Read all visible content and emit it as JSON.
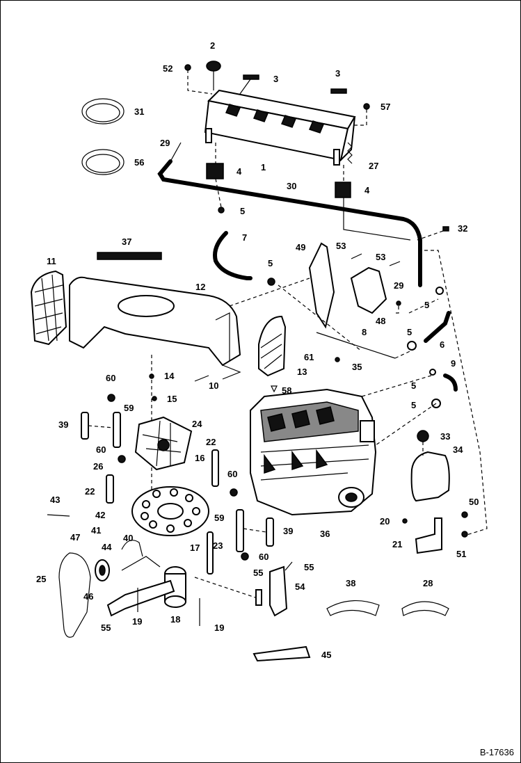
{
  "diagram": {
    "drawing_number": "B-17636",
    "callouts": [
      {
        "id": "c2",
        "text": "2"
      },
      {
        "id": "c52",
        "text": "52"
      },
      {
        "id": "c3a",
        "text": "3"
      },
      {
        "id": "c3b",
        "text": "3"
      },
      {
        "id": "c31",
        "text": "31"
      },
      {
        "id": "c57",
        "text": "57"
      },
      {
        "id": "c29a",
        "text": "29"
      },
      {
        "id": "c1",
        "text": "1"
      },
      {
        "id": "c27",
        "text": "27"
      },
      {
        "id": "c56",
        "text": "56"
      },
      {
        "id": "c4a",
        "text": "4"
      },
      {
        "id": "c30",
        "text": "30"
      },
      {
        "id": "c4b",
        "text": "4"
      },
      {
        "id": "c5a",
        "text": "5"
      },
      {
        "id": "c32",
        "text": "32"
      },
      {
        "id": "c37",
        "text": "37"
      },
      {
        "id": "c7",
        "text": "7"
      },
      {
        "id": "c49",
        "text": "49"
      },
      {
        "id": "c53a",
        "text": "53"
      },
      {
        "id": "c53b",
        "text": "53"
      },
      {
        "id": "c11",
        "text": "11"
      },
      {
        "id": "c5b",
        "text": "5"
      },
      {
        "id": "c12",
        "text": "12"
      },
      {
        "id": "c29b",
        "text": "29"
      },
      {
        "id": "c5c",
        "text": "5"
      },
      {
        "id": "c48",
        "text": "48"
      },
      {
        "id": "c8",
        "text": "8"
      },
      {
        "id": "c5d",
        "text": "5"
      },
      {
        "id": "c6",
        "text": "6"
      },
      {
        "id": "c61",
        "text": "61"
      },
      {
        "id": "c9",
        "text": "9"
      },
      {
        "id": "c35",
        "text": "35"
      },
      {
        "id": "c13",
        "text": "13"
      },
      {
        "id": "c14",
        "text": "14"
      },
      {
        "id": "c10",
        "text": "10"
      },
      {
        "id": "c5e",
        "text": "5"
      },
      {
        "id": "c60a",
        "text": "60"
      },
      {
        "id": "c58",
        "text": "58"
      },
      {
        "id": "c5f",
        "text": "5"
      },
      {
        "id": "c15",
        "text": "15"
      },
      {
        "id": "c39a",
        "text": "39"
      },
      {
        "id": "c59a",
        "text": "59"
      },
      {
        "id": "c24",
        "text": "24"
      },
      {
        "id": "c33",
        "text": "33"
      },
      {
        "id": "c60b",
        "text": "60"
      },
      {
        "id": "c22a",
        "text": "22"
      },
      {
        "id": "c34",
        "text": "34"
      },
      {
        "id": "c26",
        "text": "26"
      },
      {
        "id": "c16",
        "text": "16"
      },
      {
        "id": "c60c",
        "text": "60"
      },
      {
        "id": "c43",
        "text": "43"
      },
      {
        "id": "c22b",
        "text": "22"
      },
      {
        "id": "c50",
        "text": "50"
      },
      {
        "id": "c42",
        "text": "42"
      },
      {
        "id": "c41",
        "text": "41"
      },
      {
        "id": "c59b",
        "text": "59"
      },
      {
        "id": "c20",
        "text": "20"
      },
      {
        "id": "c47",
        "text": "47"
      },
      {
        "id": "c40",
        "text": "40"
      },
      {
        "id": "c39b",
        "text": "39"
      },
      {
        "id": "c36",
        "text": "36"
      },
      {
        "id": "c44",
        "text": "44"
      },
      {
        "id": "c17",
        "text": "17"
      },
      {
        "id": "c23",
        "text": "23"
      },
      {
        "id": "c21",
        "text": "21"
      },
      {
        "id": "c60d",
        "text": "60"
      },
      {
        "id": "c51",
        "text": "51"
      },
      {
        "id": "c55a",
        "text": "55"
      },
      {
        "id": "c25",
        "text": "25"
      },
      {
        "id": "c55b",
        "text": "55"
      },
      {
        "id": "c38",
        "text": "38"
      },
      {
        "id": "c28",
        "text": "28"
      },
      {
        "id": "c54",
        "text": "54"
      },
      {
        "id": "c46",
        "text": "46"
      },
      {
        "id": "c18",
        "text": "18"
      },
      {
        "id": "c19a",
        "text": "19"
      },
      {
        "id": "c55c",
        "text": "55"
      },
      {
        "id": "c19b",
        "text": "19"
      },
      {
        "id": "c45",
        "text": "45"
      }
    ]
  }
}
